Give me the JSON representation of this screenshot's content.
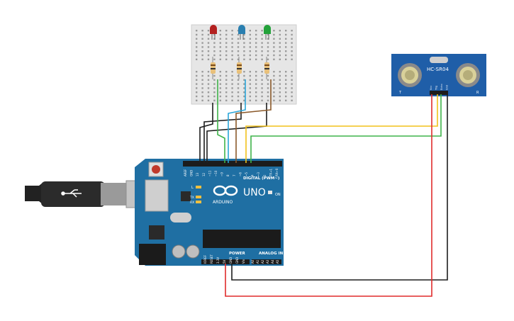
{
  "board": {
    "brand": "ARDUINO",
    "model": "UNO",
    "digital_label": "DIGITAL (PWM~)",
    "power_label": "POWER",
    "analog_label": "ANALOG IN",
    "on_label": "ON",
    "l_label": "L",
    "tx_label": "TX",
    "rx_label": "RX",
    "digital_pins": [
      "AREF",
      "GND",
      "13",
      "12",
      "~11",
      "~10",
      "~9",
      "8",
      "7",
      "~6",
      "~5",
      "4",
      "~3",
      "2",
      "TX→1",
      "RX←0"
    ],
    "power_pins": [
      "IOREF",
      "RESET",
      "3.3V",
      "5V",
      "GND",
      "GND",
      "Vin"
    ],
    "analog_pins": [
      "A0",
      "A1",
      "A2",
      "A3",
      "A4",
      "A5"
    ]
  },
  "sensor": {
    "label": "HC-SR04",
    "pins": [
      "Vcc",
      "Trig",
      "Echo",
      "Gnd"
    ],
    "left_mark": "T",
    "right_mark": "R"
  },
  "leds": [
    {
      "color": "#b3201f"
    },
    {
      "color": "#2a7fb0"
    },
    {
      "color": "#23a23a"
    }
  ],
  "wire_colors": {
    "black": "#1e1e1e",
    "green": "#3fb34a",
    "blue": "#2aa6d9",
    "brown": "#8b5a2b",
    "yellow": "#f2c21a",
    "red": "#e02b2b"
  }
}
